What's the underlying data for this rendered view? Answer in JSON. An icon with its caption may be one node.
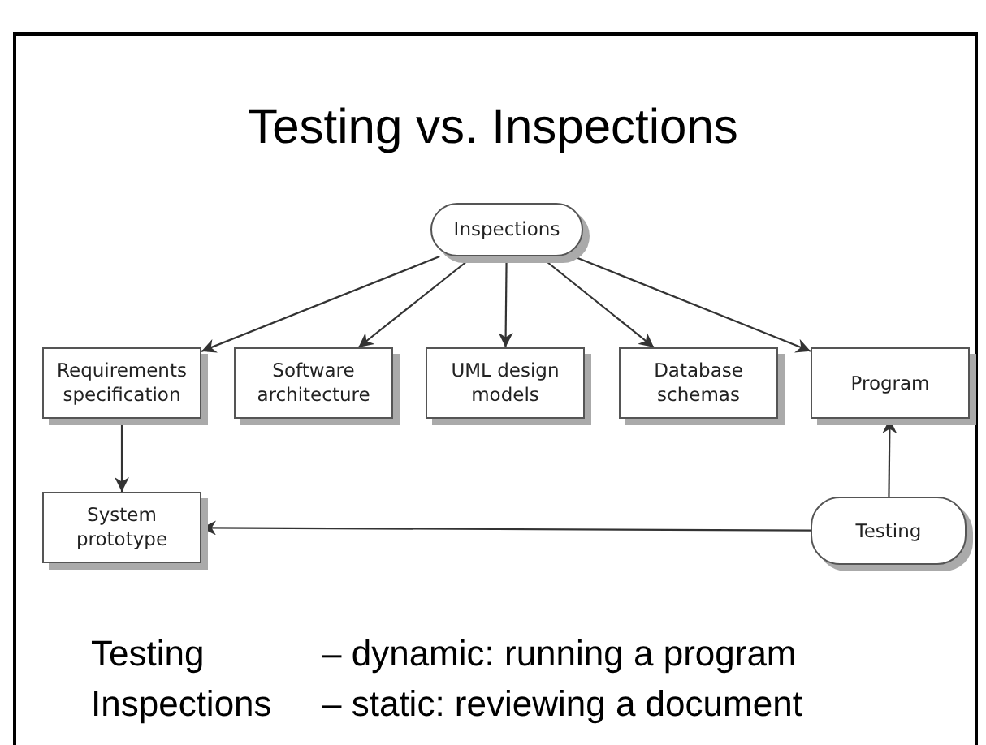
{
  "diagram": {
    "title": "Testing vs. Inspections",
    "nodes": [
      {
        "text": [
          "Inspections"
        ]
      },
      {
        "text": [
          "Requirements specification"
        ]
      },
      {
        "text": [
          "Software architecture"
        ]
      },
      {
        "text": [
          "UML design models"
        ]
      },
      {
        "text": [
          "Database schemas"
        ]
      },
      {
        "text": [
          "Program"
        ]
      },
      {
        "text": [
          "System prototype"
        ]
      },
      {
        "text": [
          "Testing"
        ]
      }
    ],
    "edges": [
      {
        "from": 0,
        "to": 1,
        "arrow": "to"
      },
      {
        "from": 0,
        "to": 2,
        "arrow": "to"
      },
      {
        "from": 0,
        "to": 3,
        "arrow": "to"
      },
      {
        "from": 0,
        "to": 4,
        "arrow": "to"
      },
      {
        "from": 0,
        "to": 5,
        "arrow": "to"
      },
      {
        "from": 1,
        "to": 6,
        "arrow": "to"
      },
      {
        "from": 7,
        "to": 6,
        "arrow": "to"
      },
      {
        "from": 7,
        "to": 5,
        "arrow": "to"
      }
    ],
    "labels": [
      "Testing",
      "– dynamic: running a program",
      "Inspections",
      "– static: reviewing a document"
    ]
  }
}
